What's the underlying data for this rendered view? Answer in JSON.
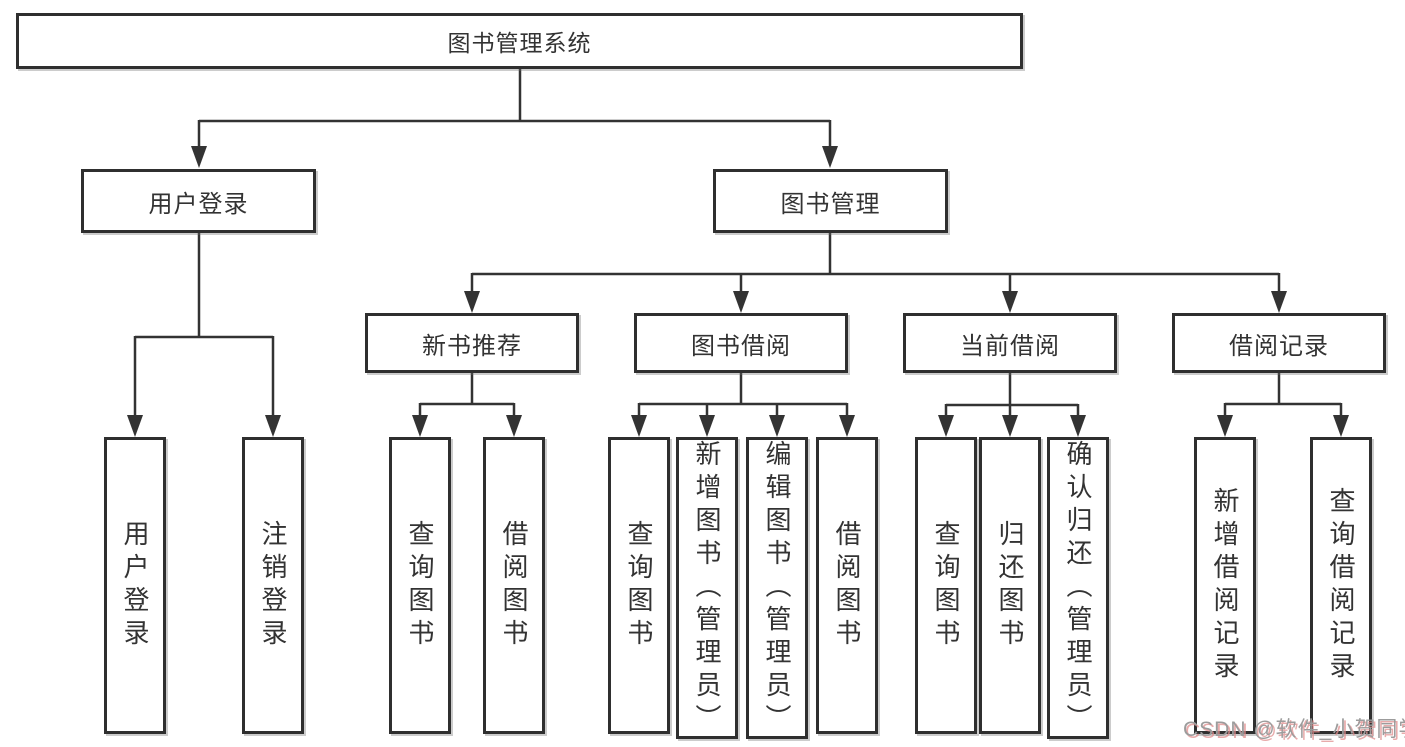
{
  "diagram": {
    "type": "hierarchy-tree",
    "title": "图书管理系统",
    "nodes": {
      "root": {
        "label": "图书管理系统"
      },
      "level2": [
        {
          "label": "用户登录"
        },
        {
          "label": "图书管理"
        }
      ],
      "level3": [
        {
          "label": "新书推荐",
          "parent": "图书管理"
        },
        {
          "label": "图书借阅",
          "parent": "图书管理"
        },
        {
          "label": "当前借阅",
          "parent": "图书管理"
        },
        {
          "label": "借阅记录",
          "parent": "图书管理"
        }
      ],
      "leaves": [
        {
          "label": "用户登录",
          "parent": "用户登录"
        },
        {
          "label": "注销登录",
          "parent": "用户登录"
        },
        {
          "label": "查询图书",
          "parent": "新书推荐"
        },
        {
          "label": "借阅图书",
          "parent": "新书推荐"
        },
        {
          "label": "查询图书",
          "parent": "图书借阅"
        },
        {
          "label": "新增图书（管理员）",
          "parent": "图书借阅"
        },
        {
          "label": "编辑图书（管理员）",
          "parent": "图书借阅"
        },
        {
          "label": "借阅图书",
          "parent": "图书借阅"
        },
        {
          "label": "查询图书",
          "parent": "当前借阅"
        },
        {
          "label": "归还图书",
          "parent": "当前借阅"
        },
        {
          "label": "确认归还（管理员）",
          "parent": "当前借阅"
        },
        {
          "label": "新增借阅记录",
          "parent": "借阅记录"
        },
        {
          "label": "查询借阅记录",
          "parent": "借阅记录"
        }
      ]
    },
    "colors": {
      "line": "#333333",
      "box_border": "#2f2f2f",
      "box_fill": "#ffffff",
      "text": "#333333",
      "background": "#ffffff",
      "watermark_text": "#9c9c9c",
      "watermark_shadow": "#e08f8f"
    }
  },
  "watermark": {
    "text": "CSDN @软件_小贺同学"
  }
}
